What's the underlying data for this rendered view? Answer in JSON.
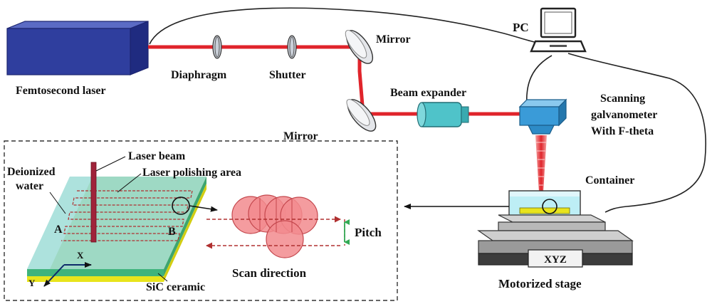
{
  "labels": {
    "femtosecond_laser": "Femtosecond laser",
    "diaphragm": "Diaphragm",
    "shutter": "Shutter",
    "mirror_top": "Mirror",
    "mirror_bottom": "Mirror",
    "pc": "PC",
    "beam_expander": "Beam expander",
    "galvo_line1": "Scanning",
    "galvo_line2": "galvanometer",
    "galvo_line3": "With F-theta",
    "container": "Container",
    "stage_label": "XYZ",
    "motorized_stage": "Motorized stage",
    "laser_beam": "Laser beam",
    "polishing_area": "Laser polishing area",
    "deionized_line1": "Deionized",
    "deionized_line2": "water",
    "point_a": "A",
    "point_b": "B",
    "axis_x": "X",
    "axis_y": "Y",
    "pitch": "Pitch",
    "scan_direction": "Scan direction",
    "sic_ceramic": "SiC ceramic"
  },
  "colors": {
    "beam": "#e0242b",
    "laser_box": "#2f3e9e",
    "expander": "#4fc3c9",
    "galvo": "#3a9bd8",
    "water": "#a8e6f0",
    "ceramic": "#e8e41c",
    "spot": "#f28b8e",
    "pitch_arrow": "#33aa55"
  },
  "icons": [
    "laptop-icon",
    "mirror-icon",
    "lens-icon",
    "xyz-axes-icon"
  ]
}
